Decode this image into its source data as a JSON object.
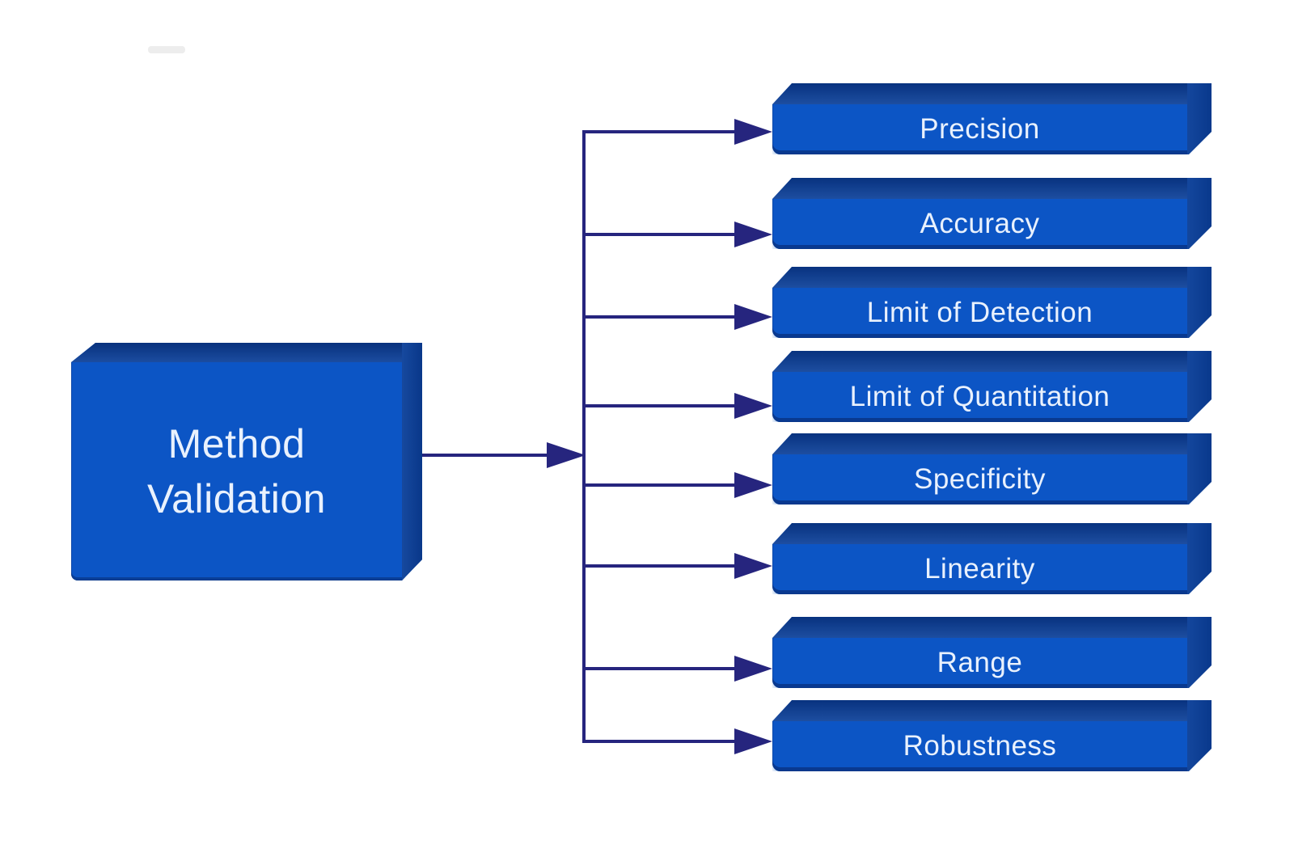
{
  "colors": {
    "face": "#0c55c5",
    "face-dark": "#0a3f99",
    "arrow": "#26257e",
    "label": "#e9f1fd",
    "canvas": "#ffffff"
  },
  "diagram": {
    "root_label": "Method Validation",
    "nodes": [
      {
        "label": "Precision"
      },
      {
        "label": "Accuracy"
      },
      {
        "label": "Limit of Detection"
      },
      {
        "label": "Limit of Quantitation"
      },
      {
        "label": "Specificity"
      },
      {
        "label": "Linearity"
      },
      {
        "label": "Range"
      },
      {
        "label": "Robustness"
      }
    ]
  }
}
